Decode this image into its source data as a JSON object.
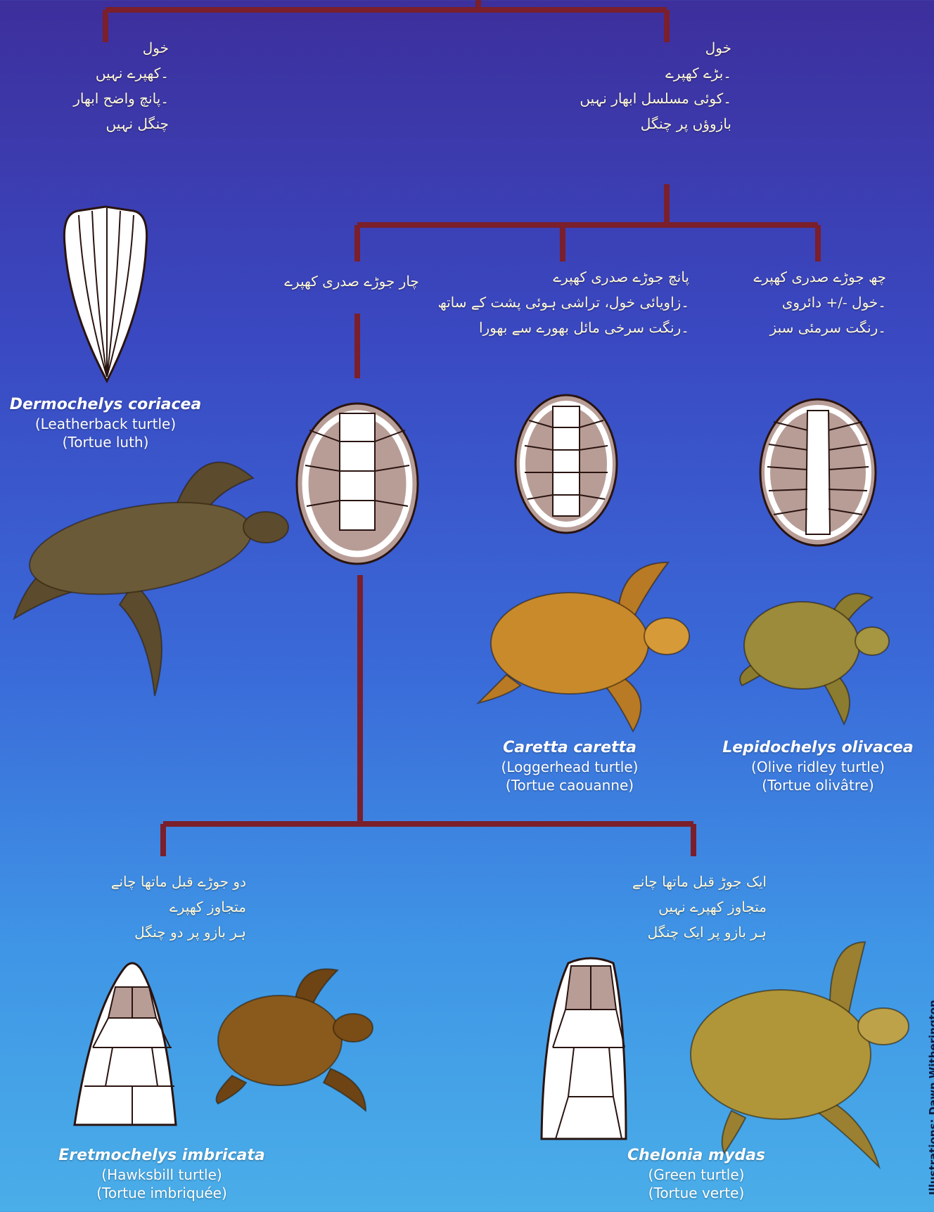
{
  "colors": {
    "branch": "#7a1f2b",
    "scute_dark": "#b89d97",
    "shell_outline": "#2a1410",
    "leatherback": "#6b5a38",
    "loggerhead": "#c98a2c",
    "olive_ridley": "#9b8b3a",
    "hawksbill": "#8a5a1c",
    "green": "#b09638"
  },
  "nodes": {
    "leatherback_branch": [
      "خول",
      "۔کھپرے نہیں",
      "۔پانچ واضح ابھار",
      "چنگل نہیں"
    ],
    "scute_branch": [
      "خول",
      "۔بڑے کھپرے",
      "۔کوئی مسلسل ابھار نہیں",
      "بازوؤں پر چنگل"
    ],
    "four_pairs": [
      "چار جوڑے صدری کھپرے"
    ],
    "five_pairs": [
      "پانچ جوڑے صدری کھپرے",
      "۔زاویائی خول، تراشی ہوئی پشت کے ساتھ",
      "۔رنگت سرخی مائل بھورے سے بھورا"
    ],
    "six_pairs": [
      "چھ جوڑے صدری کھپرے",
      "۔خول -/+ دائروی",
      "۔رنگت سرمئی سبز"
    ],
    "two_pairs_prefrontal": [
      "دو جوڑے قبل ماتھا چانے",
      "متجاوز کھپرے",
      "ہر بازو پر دو چنگل"
    ],
    "one_pair_prefrontal": [
      "ایک جوڑ قبل ماتھا چانے",
      "متجاوز کھپرے نہیں",
      "ہر بازو پر ایک چنگل"
    ]
  },
  "species": {
    "leatherback": {
      "scientific": "Dermochelys coriacea",
      "english": "(Leatherback turtle)",
      "french": "(Tortue luth)"
    },
    "loggerhead": {
      "scientific": "Caretta caretta",
      "english": "(Loggerhead turtle)",
      "french": "(Tortue caouanne)"
    },
    "olive_ridley": {
      "scientific": "Lepidochelys olivacea",
      "english": "(Olive ridley turtle)",
      "french": "(Tortue olivâtre)"
    },
    "hawksbill": {
      "scientific": "Eretmochelys imbricata",
      "english": "(Hawksbill turtle)",
      "french": "(Tortue imbriquée)"
    },
    "green": {
      "scientific": "Chelonia mydas",
      "english": "(Green turtle)",
      "french": "(Tortue verte)"
    }
  },
  "credit": "Illustrations: Dawn Witherington"
}
